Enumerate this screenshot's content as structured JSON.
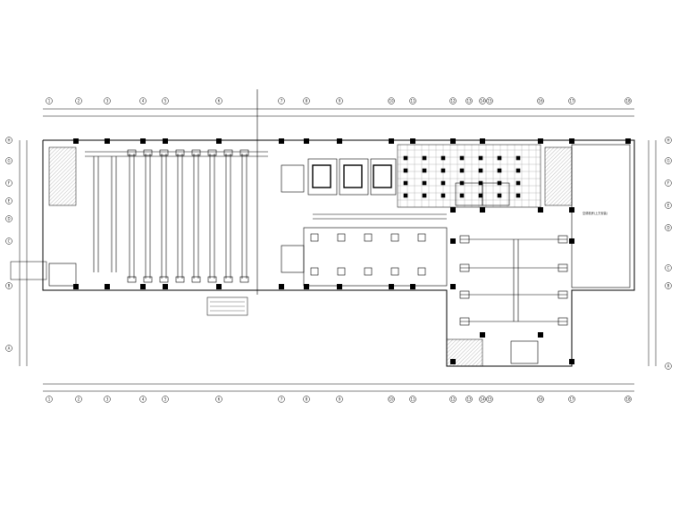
{
  "grid_axes": {
    "top": [
      "1",
      "2",
      "3",
      "4",
      "5",
      "6",
      "7",
      "8",
      "9",
      "10",
      "11",
      "12",
      "13",
      "14",
      "15",
      "16",
      "17",
      "18"
    ],
    "bottom": [
      "1",
      "2",
      "3",
      "4",
      "5",
      "6",
      "7",
      "8",
      "9",
      "10",
      "11",
      "12",
      "13",
      "14",
      "15",
      "16",
      "17",
      "18"
    ],
    "left": [
      "H",
      "G",
      "F",
      "E",
      "D",
      "C",
      "B",
      "A"
    ],
    "right": [
      "H",
      "G",
      "F",
      "E",
      "D",
      "C",
      "B",
      "A"
    ]
  },
  "labels": {
    "room_label_right": "空调机房(上方安装)"
  },
  "colors": {
    "line": "#000000",
    "hatch": "#888888",
    "background": "#ffffff"
  }
}
